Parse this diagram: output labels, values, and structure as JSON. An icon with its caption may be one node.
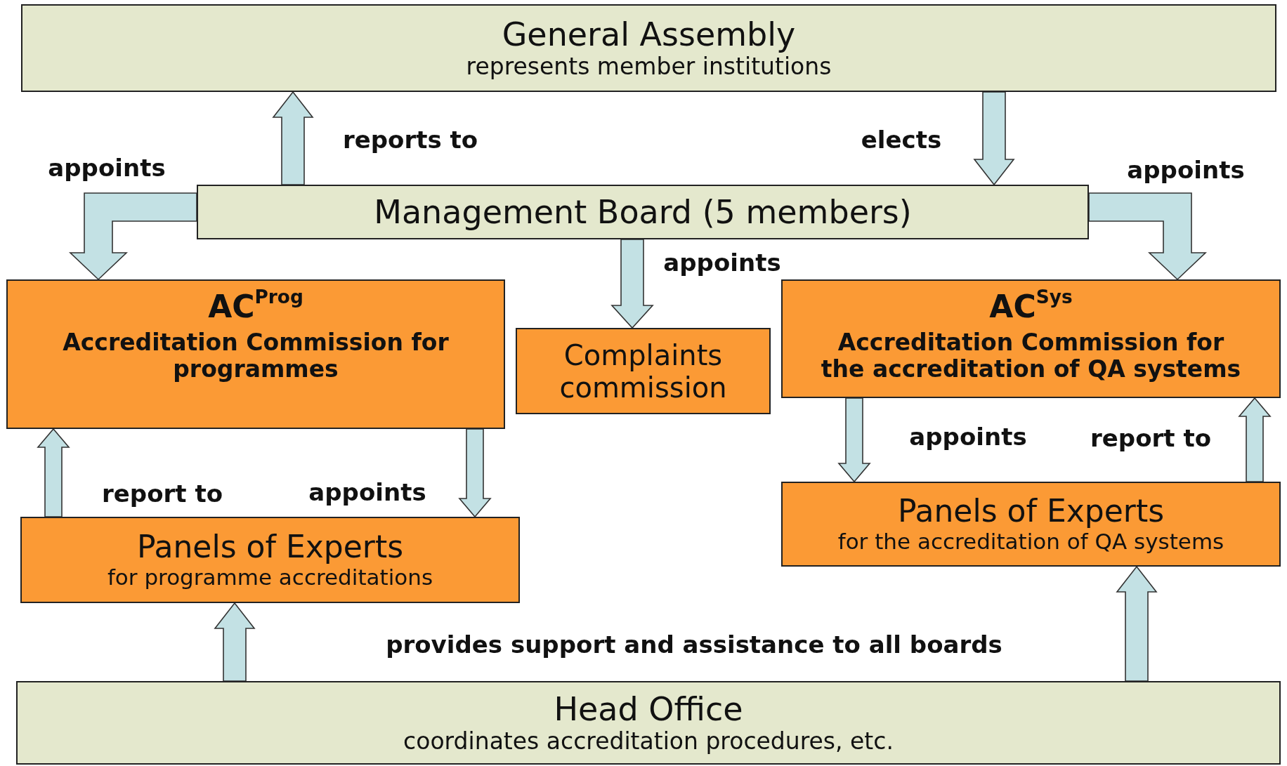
{
  "diagram": {
    "nodes": [
      {
        "text": [
          "General Assembly",
          "represents member institutions"
        ]
      },
      {
        "text": [
          "Management Board (5 members)"
        ]
      },
      {
        "text": [
          "AC$^{Prog}$",
          "Accreditation Commission for programmes"
        ]
      },
      {
        "text": [
          "Complaints commission"
        ]
      },
      {
        "text": [
          "AC$^{Sys}$",
          "Accreditation Commission for the accreditation of QA systems"
        ]
      },
      {
        "text": [
          "Panels of Experts",
          "for programme accreditations"
        ]
      },
      {
        "text": [
          "Panels of Experts",
          "for the accreditation of QA systems"
        ]
      },
      {
        "text": [
          "Head Office",
          "coordinates accreditation procedures, etc."
        ]
      }
    ],
    "edges": [
      {
        "from": 1,
        "to": 0,
        "arrow": "to",
        "label": "reports to"
      },
      {
        "from": 0,
        "to": 1,
        "arrow": "to",
        "label": "elects"
      },
      {
        "from": 1,
        "to": 2,
        "arrow": "to",
        "label": "appoints"
      },
      {
        "from": 1,
        "to": 4,
        "arrow": "to",
        "label": "appoints"
      },
      {
        "from": 1,
        "to": 3,
        "arrow": "to",
        "label": "appoints"
      },
      {
        "from": 2,
        "to": 5,
        "arrow": "to",
        "label": "appoints"
      },
      {
        "from": 5,
        "to": 2,
        "arrow": "to",
        "label": "report to"
      },
      {
        "from": 4,
        "to": 6,
        "arrow": "to",
        "label": "appoints"
      },
      {
        "from": 6,
        "to": 4,
        "arrow": "to",
        "label": "report to"
      },
      {
        "from": 7,
        "to": 5,
        "arrow": "to"
      },
      {
        "from": 7,
        "to": 6,
        "arrow": "to"
      }
    ],
    "labels": [
      "provides support and assistance to all boards"
    ]
  }
}
